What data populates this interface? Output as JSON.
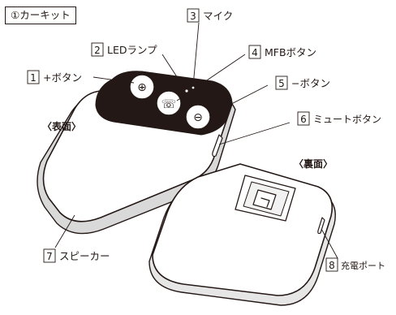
{
  "title": "①カーキット",
  "views": {
    "front": "〈表面〉",
    "back": "〈裏面〉"
  },
  "callouts": [
    {
      "number": "1",
      "label": "+ボタン"
    },
    {
      "number": "2",
      "label": "LEDランプ"
    },
    {
      "number": "3",
      "label": "マイク"
    },
    {
      "number": "4",
      "label": "MFBボタン"
    },
    {
      "number": "5",
      "label": "−ボタン"
    },
    {
      "number": "6",
      "label": "ミュートボタン"
    },
    {
      "number": "7",
      "label": "スピーカー"
    },
    {
      "number": "8",
      "label": "充電ポート"
    }
  ],
  "colors": {
    "line": "#231815",
    "gray": "#b5b5b6",
    "light": "#efefef",
    "accent": "#231815"
  }
}
